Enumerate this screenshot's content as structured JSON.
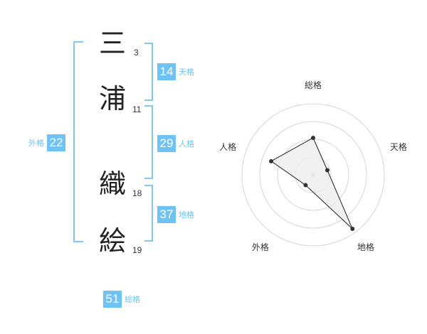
{
  "name": {
    "chars": [
      {
        "char": "三",
        "strokes": "3"
      },
      {
        "char": "浦",
        "strokes": "11"
      },
      {
        "char": "織",
        "strokes": "18"
      },
      {
        "char": "絵",
        "strokes": "19"
      }
    ]
  },
  "kakusu": {
    "tenkaku": {
      "value": "14",
      "label": "天格"
    },
    "jinkaku": {
      "value": "29",
      "label": "人格"
    },
    "chikaku": {
      "value": "37",
      "label": "地格"
    },
    "gaikaku": {
      "value": "22",
      "label": "外格"
    },
    "soukaku": {
      "value": "51",
      "label": "総格"
    }
  },
  "chart_data": {
    "type": "radar",
    "axes": [
      "総格",
      "天格",
      "地格",
      "外格",
      "人格"
    ],
    "rmax": 5,
    "rings": 4,
    "values": [
      2.6,
      1.05,
      4.7,
      0.9,
      3.1
    ],
    "fill": "#eeeeee",
    "line": "#222222"
  },
  "colors": {
    "accent": "#6ec3f4",
    "bracket": "#7ec8f5",
    "ring": "#d6d6d6"
  }
}
